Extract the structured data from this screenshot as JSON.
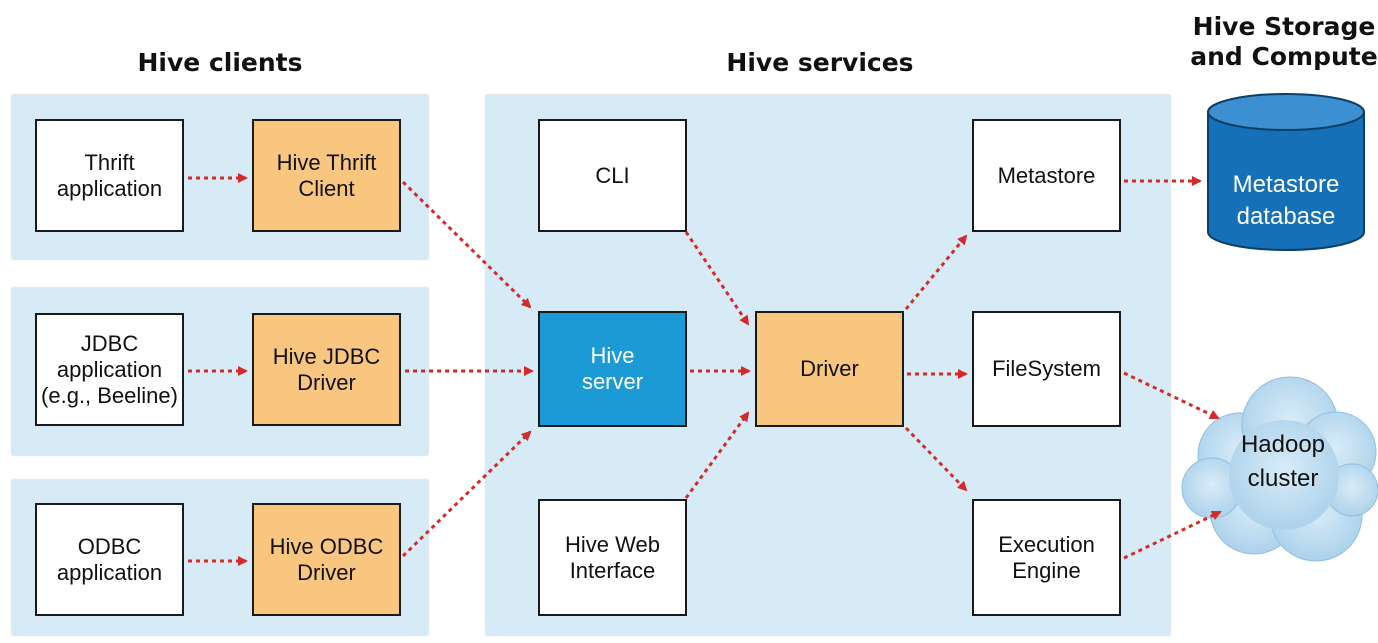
{
  "headings": {
    "clients": "Hive clients",
    "services": "Hive services",
    "storage": "Hive Storage\nand Compute"
  },
  "clients": {
    "thrift_app": "Thrift\napplication",
    "thrift_client": "Hive Thrift\nClient",
    "jdbc_app": "JDBC\napplication\n(e.g., Beeline)",
    "jdbc_driver": "Hive JDBC\nDriver",
    "odbc_app": "ODBC\napplication",
    "odbc_driver": "Hive ODBC\nDriver"
  },
  "services": {
    "cli": "CLI",
    "hive_server": "Hive\nserver",
    "web_interface": "Hive Web\nInterface",
    "driver": "Driver",
    "metastore": "Metastore",
    "filesystem": "FileSystem",
    "execution_engine": "Execution\nEngine"
  },
  "storage": {
    "metastore_db_line1": "Metastore",
    "metastore_db_line2": "database",
    "hadoop_line1": "Hadoop",
    "hadoop_line2": "cluster"
  },
  "colors": {
    "panel": "#d6ebf6",
    "orange": "#f8c67f",
    "blue": "#1c9ad6",
    "arrow": "#d42a2a",
    "cylinder": "#1570b8"
  }
}
